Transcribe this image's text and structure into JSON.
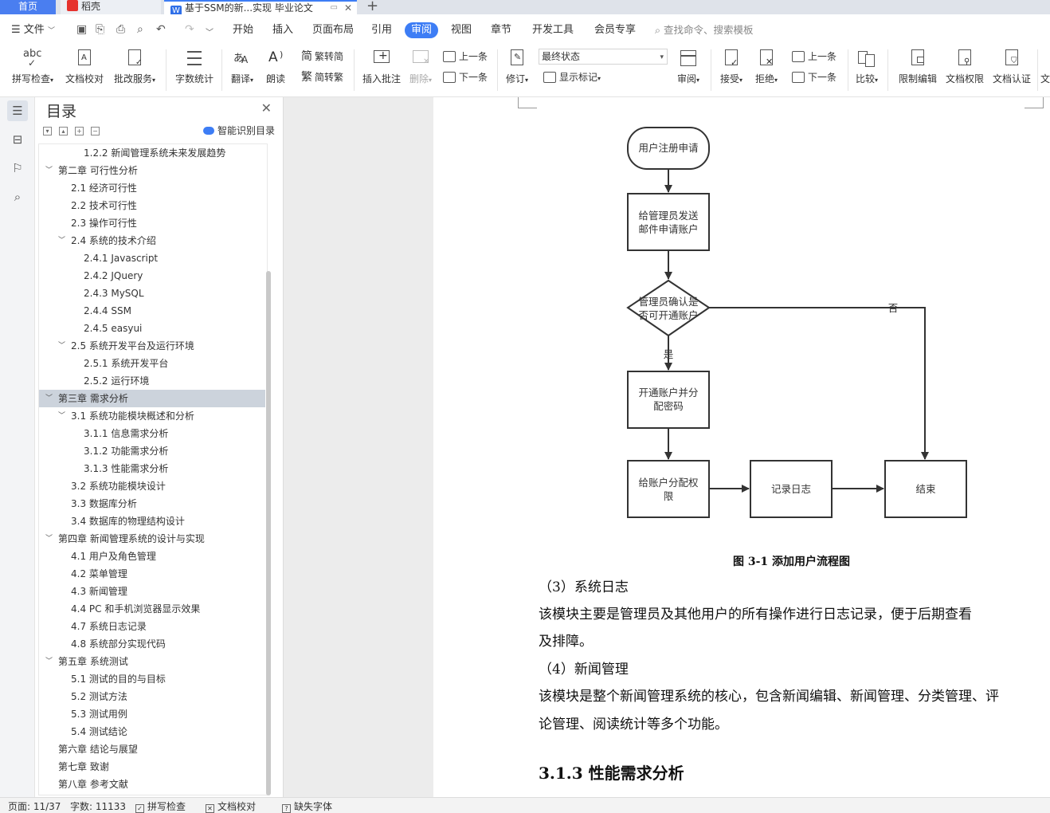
{
  "tabs": {
    "home": "首页",
    "daoke": "稻壳",
    "doc": "基于SSM的新...实现 毕业论文"
  },
  "menu": {
    "file": "文件",
    "items": [
      "开始",
      "插入",
      "页面布局",
      "引用",
      "审阅",
      "视图",
      "章节",
      "开发工具",
      "会员专享"
    ],
    "active": "审阅",
    "search_placeholder": "查找命令、搜索模板"
  },
  "ribbon": {
    "spell_check": "拼写检查",
    "doc_proof": "文档校对",
    "batch_service": "批改服务",
    "word_count": "字数统计",
    "translate": "翻译",
    "read_aloud": "朗读",
    "to_traditional": "繁转简",
    "to_simplified": "简转繁",
    "insert_comment": "插入批注",
    "delete": "删除",
    "prev_comment": "上一条",
    "next_comment": "下一条",
    "revise": "修订",
    "final_state": "最终状态",
    "show_markup": "显示标记",
    "review": "审阅",
    "accept": "接受",
    "reject": "拒绝",
    "prev_change": "上一条",
    "next_change": "下一条",
    "compare": "比较",
    "restrict_edit": "限制编辑",
    "doc_permission": "文档权限",
    "doc_cert": "文档认证",
    "cut_label": "文"
  },
  "toc": {
    "title": "目录",
    "smart_label": "智能识别目录",
    "items": [
      {
        "text": "1.2.2  新闻管理系统未来发展趋势",
        "level": 3,
        "arrow": ""
      },
      {
        "text": "第二章  可行性分析",
        "level": 1,
        "arrow": "down"
      },
      {
        "text": "2.1  经济可行性",
        "level": 2,
        "arrow": ""
      },
      {
        "text": "2.2  技术可行性",
        "level": 2,
        "arrow": ""
      },
      {
        "text": "2.3  操作可行性",
        "level": 2,
        "arrow": ""
      },
      {
        "text": "2.4  系统的技术介绍",
        "level": 2,
        "arrow": "down"
      },
      {
        "text": "2.4.1 Javascript",
        "level": 3,
        "arrow": ""
      },
      {
        "text": "2.4.2 JQuery",
        "level": 3,
        "arrow": ""
      },
      {
        "text": "2.4.3 MySQL",
        "level": 3,
        "arrow": ""
      },
      {
        "text": "2.4.4 SSM",
        "level": 3,
        "arrow": ""
      },
      {
        "text": "2.4.5 easyui",
        "level": 3,
        "arrow": ""
      },
      {
        "text": "2.5  系统开发平台及运行环境",
        "level": 2,
        "arrow": "down"
      },
      {
        "text": "2.5.1  系统开发平台",
        "level": 3,
        "arrow": ""
      },
      {
        "text": "2.5.2  运行环境",
        "level": 3,
        "arrow": ""
      },
      {
        "text": "第三章  需求分析",
        "level": 1,
        "arrow": "down",
        "selected": true
      },
      {
        "text": "3.1  系统功能模块概述和分析",
        "level": 2,
        "arrow": "down"
      },
      {
        "text": "3.1.1  信息需求分析",
        "level": 3,
        "arrow": ""
      },
      {
        "text": "3.1.2  功能需求分析",
        "level": 3,
        "arrow": ""
      },
      {
        "text": "3.1.3  性能需求分析",
        "level": 3,
        "arrow": ""
      },
      {
        "text": "3.2  系统功能模块设计",
        "level": 2,
        "arrow": ""
      },
      {
        "text": "3.3  数据库分析",
        "level": 2,
        "arrow": ""
      },
      {
        "text": "3.4  数据库的物理结构设计",
        "level": 2,
        "arrow": ""
      },
      {
        "text": "第四章  新闻管理系统的设计与实现",
        "level": 1,
        "arrow": "down"
      },
      {
        "text": "4.1    用户及角色管理",
        "level": 2,
        "arrow": ""
      },
      {
        "text": "4.2    菜单管理",
        "level": 2,
        "arrow": ""
      },
      {
        "text": "4.3    新闻管理",
        "level": 2,
        "arrow": ""
      },
      {
        "text": "4.4    PC 和手机浏览器显示效果",
        "level": 2,
        "arrow": ""
      },
      {
        "text": "4.7    系统日志记录",
        "level": 2,
        "arrow": ""
      },
      {
        "text": "4.8    系统部分实现代码",
        "level": 2,
        "arrow": ""
      },
      {
        "text": "第五章  系统测试",
        "level": 1,
        "arrow": "down"
      },
      {
        "text": "5.1  测试的目的与目标",
        "level": 2,
        "arrow": ""
      },
      {
        "text": "5.2  测试方法",
        "level": 2,
        "arrow": ""
      },
      {
        "text": "5.3  测试用例",
        "level": 2,
        "arrow": ""
      },
      {
        "text": "5.4  测试结论",
        "level": 2,
        "arrow": ""
      },
      {
        "text": "第六章  结论与展望",
        "level": 1,
        "arrow": ""
      },
      {
        "text": "第七章  致谢",
        "level": 1,
        "arrow": ""
      },
      {
        "text": "第八章  参考文献",
        "level": 1,
        "arrow": ""
      }
    ]
  },
  "flowchart": {
    "start": "用户注册申请",
    "send_mail_1": "给管理员发送",
    "send_mail_2": "邮件申请账户",
    "decision_1": "管理员确认是",
    "decision_2": "否可开通账户",
    "yes": "是",
    "no": "否",
    "open_1": "开通账户并分",
    "open_2": "配密码",
    "assign_1": "给账户分配权",
    "assign_2": "限",
    "log": "记录日志",
    "end": "结束"
  },
  "document": {
    "caption": "图 3-1  添加用户流程图",
    "p1_heading": "（3）系统日志",
    "p1_line1": "    该模块主要是管理员及其他用户的所有操作进行日志记录，便于后期查看",
    "p1_line2": "及排障。",
    "p2_heading": "（4）新闻管理",
    "p2_line1": "    该模块是整个新闻管理系统的核心，包含新闻编辑、新闻管理、分类管理、评",
    "p2_line2": "论管理、阅读统计等多个功能。",
    "h3": "3.1.3  性能需求分析"
  },
  "status": {
    "page": "页面: 11/37",
    "words": "字数: 11133",
    "spell": "拼写检查",
    "proof": "文档校对",
    "missing_font": "缺失字体"
  },
  "colors": {
    "accent": "#3d7df5",
    "selected_row": "#ccd3dc"
  }
}
